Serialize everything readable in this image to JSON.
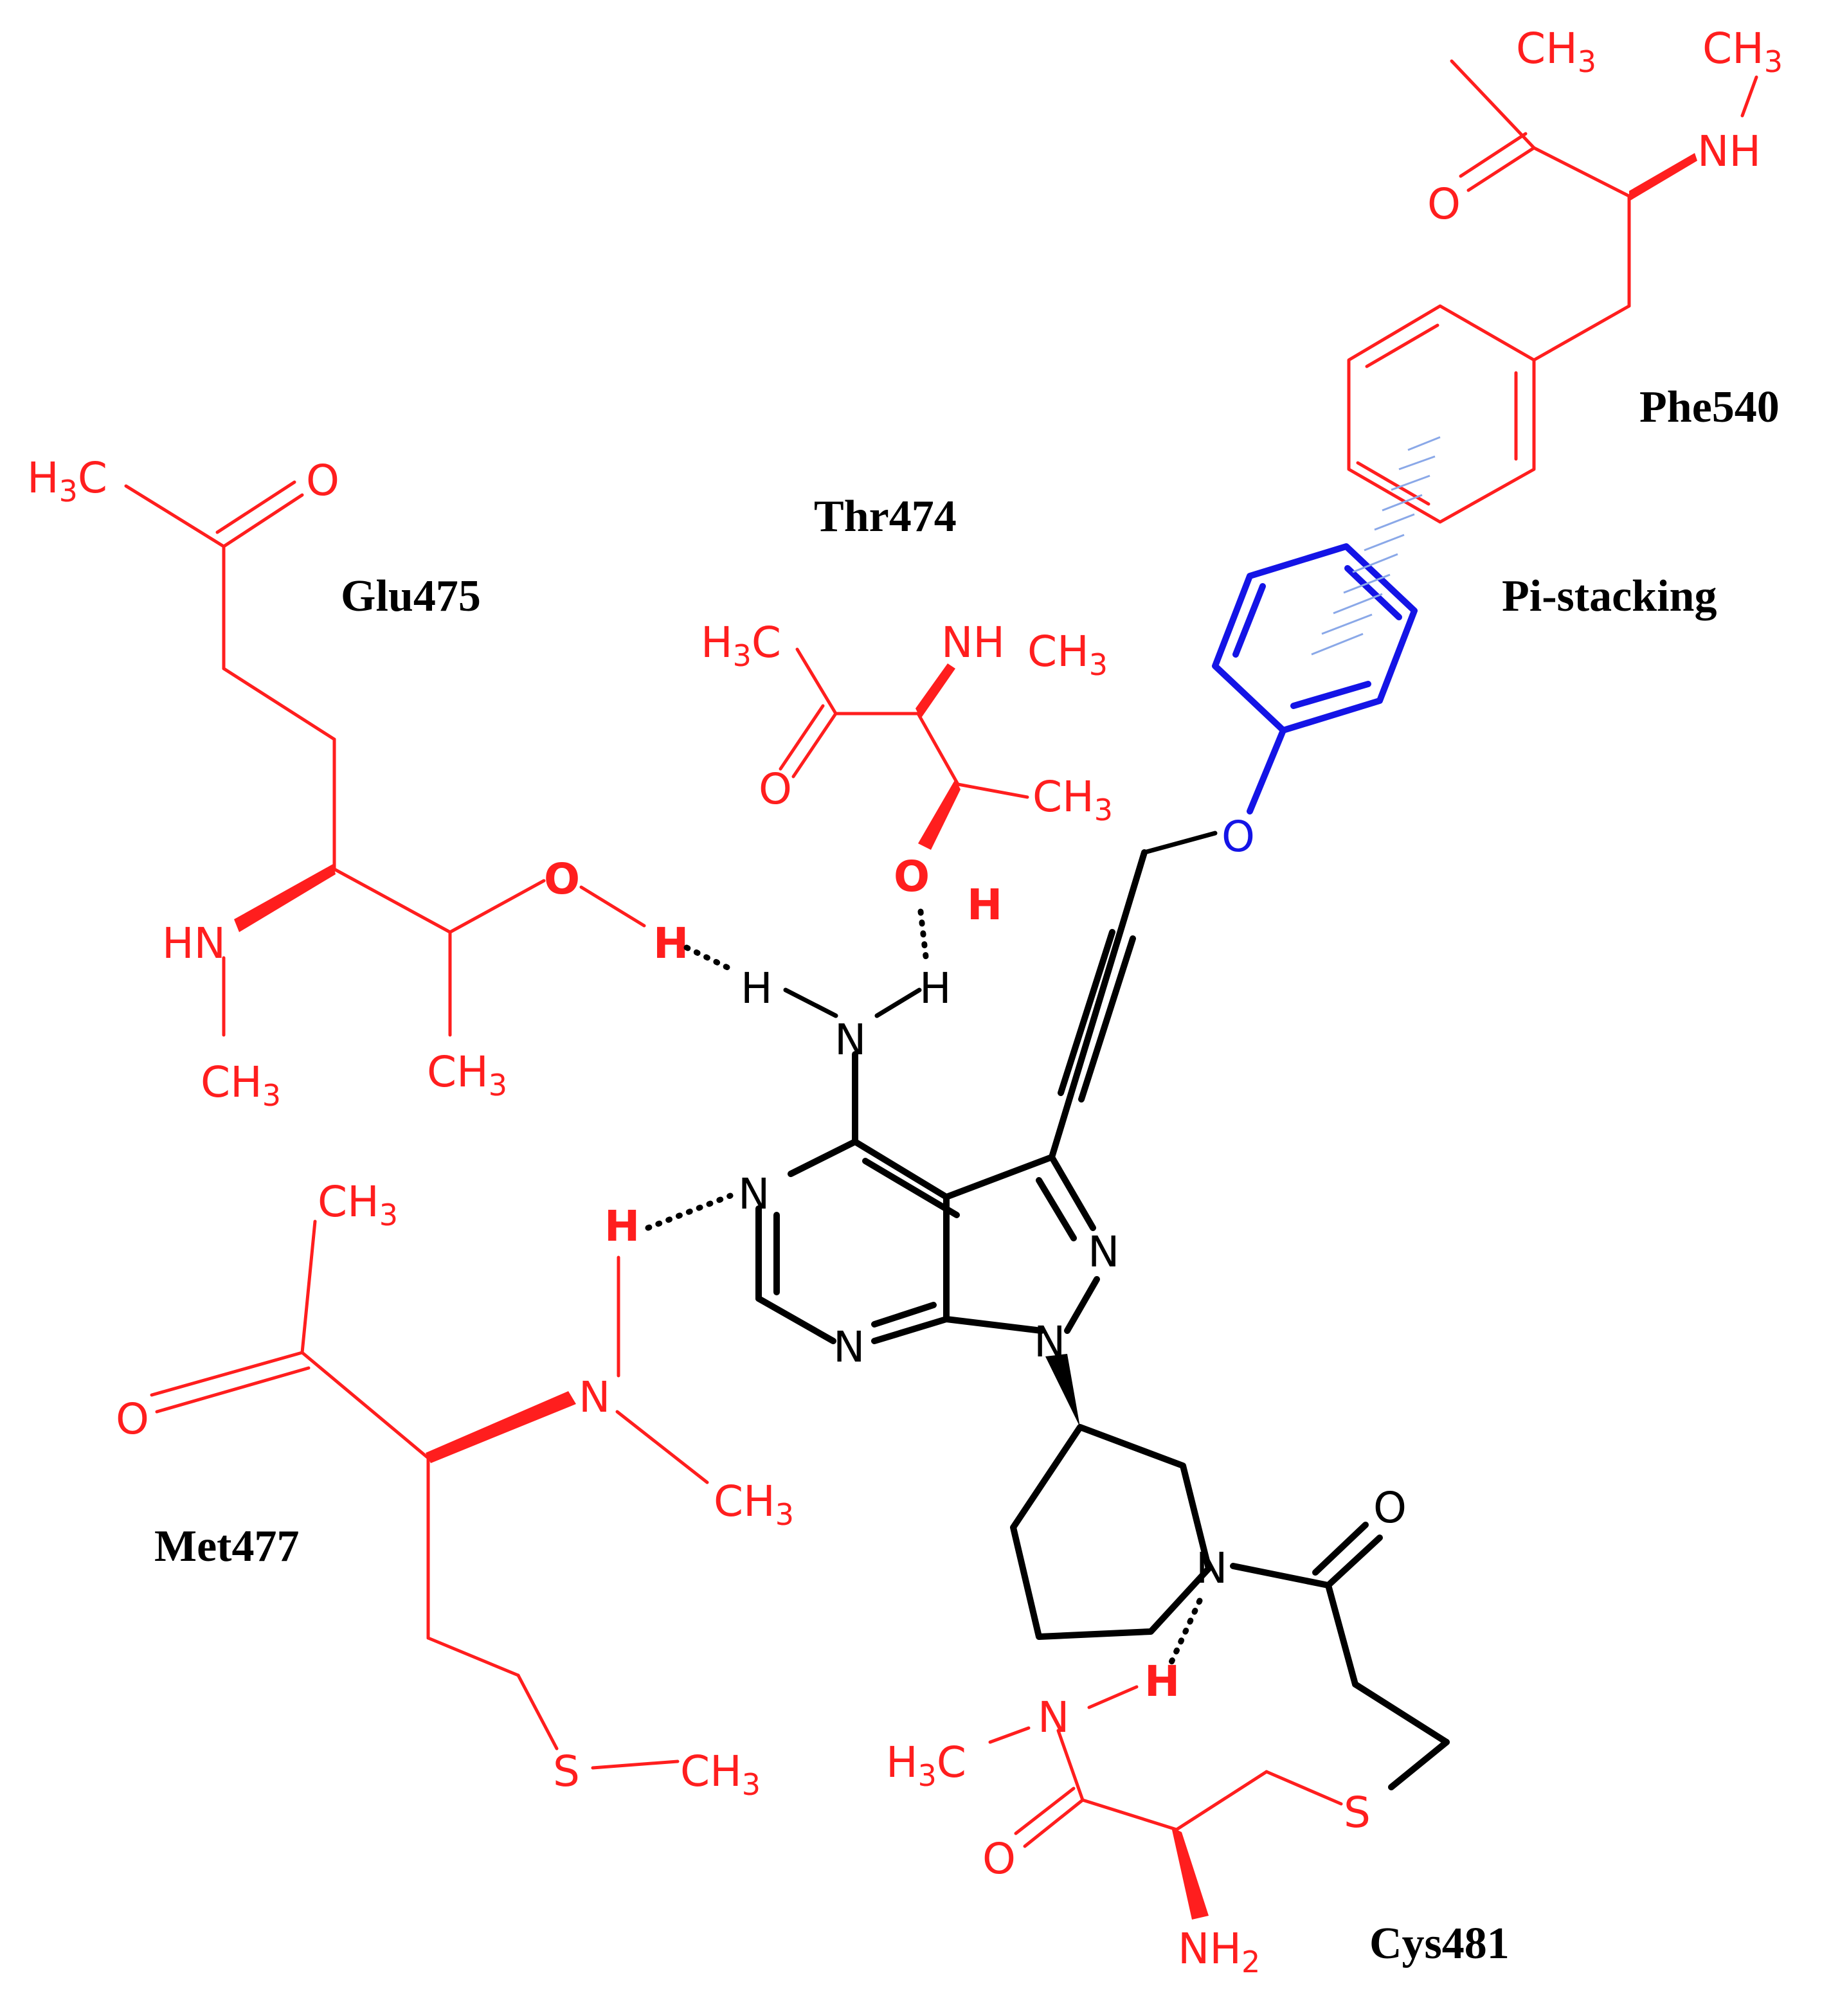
{
  "colors": {
    "residue": "#ff1e1e",
    "ligand": "#000000",
    "pi_ring": "#1414e6",
    "pi_dash": "#8aa8e8"
  },
  "labels": {
    "phe540": "Phe540",
    "thr474": "Thr474",
    "glu475": "Glu475",
    "pi_stacking": "Pi-stacking",
    "met477": "Met477",
    "cys481": "Cys481"
  },
  "atoms": {
    "phe_ch3_top": "CH",
    "phe_nh_ch3": "CH",
    "phe_nh": "NH",
    "phe_o": "O",
    "glu_h3c": "H",
    "glu_h3c_c": "C",
    "glu_o": "O",
    "glu_hn": "HN",
    "glu_ch3_left": "CH",
    "glu_ch3_right": "CH",
    "glu_oh_o": "O",
    "glu_oh_h": "H",
    "thr_h3c": "H",
    "thr_h3c_c": "C",
    "thr_nh": "NH",
    "thr_ch3_nh": "CH",
    "thr_o": "O",
    "thr_ch3": "CH",
    "thr_oh_o": "O",
    "thr_oh_h": "H",
    "lig_o_ether": "O",
    "lig_amine_n": "N",
    "lig_amine_h1": "H",
    "lig_amine_h2": "H",
    "lig_n1": "N",
    "lig_n3": "N",
    "lig_n_pyr_a": "N",
    "lig_n_pyr_b": "N",
    "lig_n_pip": "N",
    "lig_o_acyl": "O",
    "met_ch3_top": "CH",
    "met_o": "O",
    "met_n": "N",
    "met_nh_h": "H",
    "met_ch3_n": "CH",
    "met_s": "S",
    "met_s_ch3": "CH",
    "cys_n": "N",
    "cys_h": "H",
    "cys_h3c": "H",
    "cys_h3c_c": "C",
    "cys_o": "O",
    "cys_s": "S",
    "cys_nh2": "NH",
    "sub3": "3",
    "sub2": "2"
  }
}
